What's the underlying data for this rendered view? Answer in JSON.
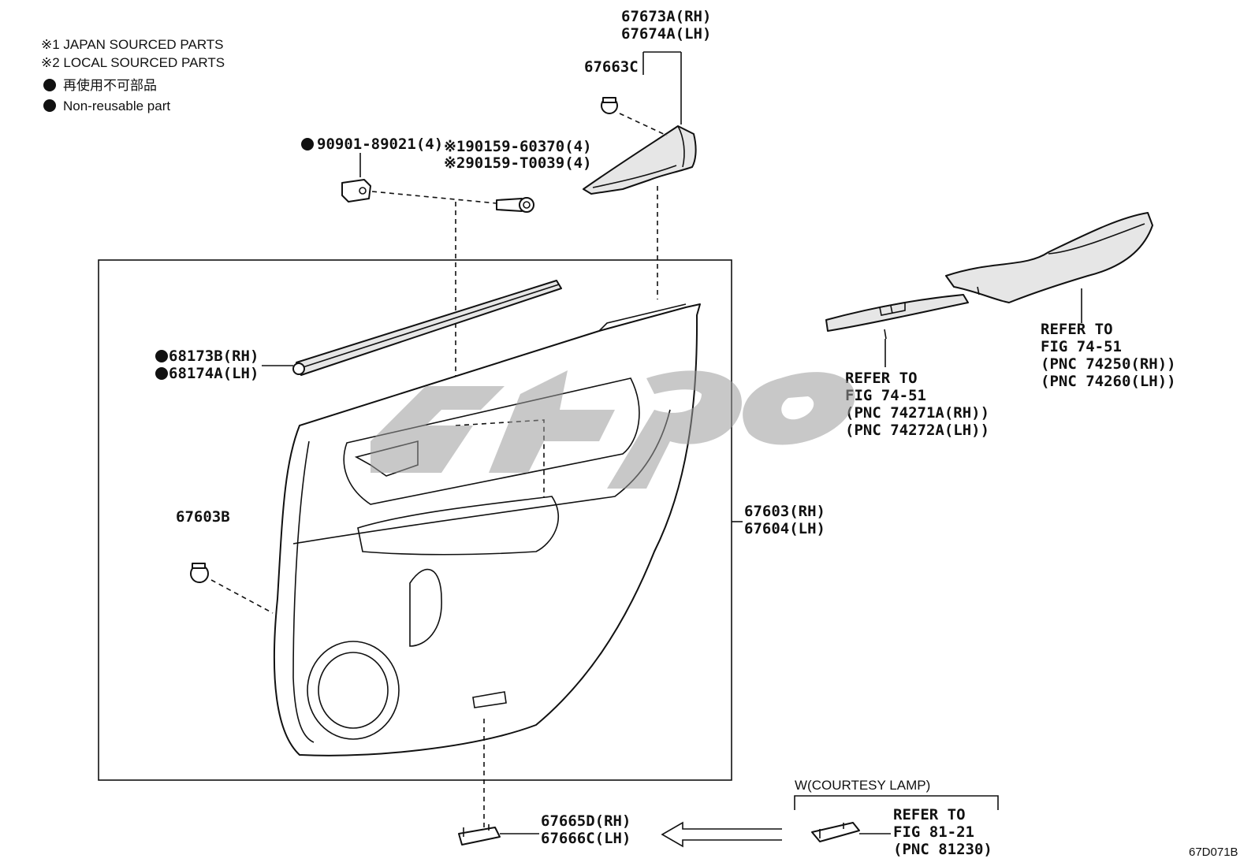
{
  "notes": {
    "japan_sourced": "※1 JAPAN SOURCED PARTS",
    "local_sourced": "※2 LOCAL SOURCED PARTS",
    "non_reusable_jp": "再使用不可部品",
    "non_reusable_en": "Non-reusable part"
  },
  "labels": {
    "trim_rh": "67673A(RH)",
    "trim_lh": "67674A(LH)",
    "clip_top": "67663C",
    "clip_90901": "90901-89021(4)",
    "screw_jp": "※190159-60370(4)",
    "screw_local": "※290159-T0039(4)",
    "weather_rh": "68173B(RH)",
    "weather_lh": "68174A(LH)",
    "clip_side": "67603B",
    "panel_rh": "67603(RH)",
    "panel_lh": "67604(LH)",
    "cover_rh": "67665D(RH)",
    "cover_lh": "67666C(LH)"
  },
  "refs": {
    "switch": [
      "REFER TO",
      "FIG 74-51",
      "(PNC 74271A(RH))",
      "(PNC 74272A(LH))"
    ],
    "armrest": [
      "REFER TO",
      "FIG 74-51",
      "(PNC 74250(RH))",
      "(PNC 74260(LH))"
    ],
    "lamp": [
      "REFER TO",
      "FIG 81-21",
      "(PNC 81230)"
    ]
  },
  "courtesy_lamp": "W(COURTESY LAMP)",
  "diagram_code": "67D071B"
}
